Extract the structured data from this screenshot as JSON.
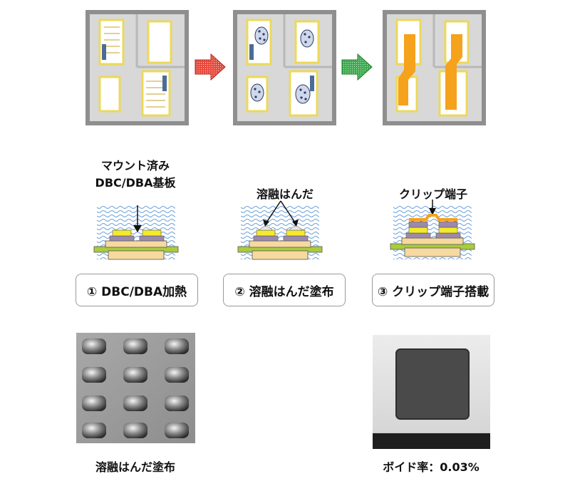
{
  "labels": {
    "mounted_line1": "マウント済み",
    "mounted_line2": "DBC/DBA基板",
    "molten_solder": "溶融はんだ",
    "clip_terminal": "クリップ端子"
  },
  "steps": [
    {
      "label": "① DBC/DBA加熱"
    },
    {
      "label": "② 溶融はんだ塗布"
    },
    {
      "label": "③ クリップ端子搭載"
    }
  ],
  "captions": {
    "photo_left": "溶融はんだ塗布",
    "photo_right": "ボイド率：0.03%"
  },
  "colors": {
    "arrow_red": "#e8483c",
    "arrow_green": "#3daa4d",
    "substrate_gray": "#d6d6d6",
    "pad_yellow": "#f2e36a",
    "clip_orange": "#f5a21c",
    "die_yellow": "#f4ea2a",
    "baseplate_green": "#a9cc3c",
    "ceramic_tan": "#f7d9a0",
    "wave_blue": "#6a9fd8"
  }
}
